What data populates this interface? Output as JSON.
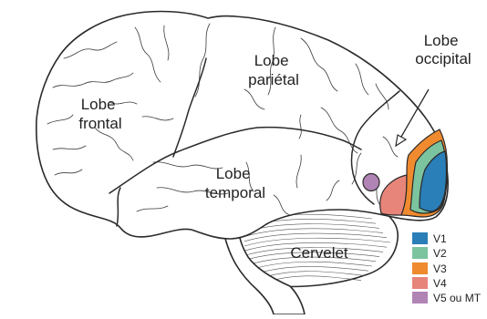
{
  "labels": {
    "frontal": [
      "Lobe",
      "frontal"
    ],
    "parietal": [
      "Lobe",
      "pariétal"
    ],
    "occipital": [
      "Lobe",
      "occipital"
    ],
    "temporal": [
      "Lobe",
      "temporal"
    ],
    "cerebellum": "Cervelet"
  },
  "legend": [
    {
      "key": "v1",
      "label": "V1",
      "color": "#2a7fb8"
    },
    {
      "key": "v2",
      "label": "V2",
      "color": "#7cc4a0"
    },
    {
      "key": "v3",
      "label": "V3",
      "color": "#ef8a2e"
    },
    {
      "key": "v4",
      "label": "V4",
      "color": "#e8857b"
    },
    {
      "key": "v5",
      "label": "V5 ou MT",
      "color": "#b084b5"
    }
  ]
}
